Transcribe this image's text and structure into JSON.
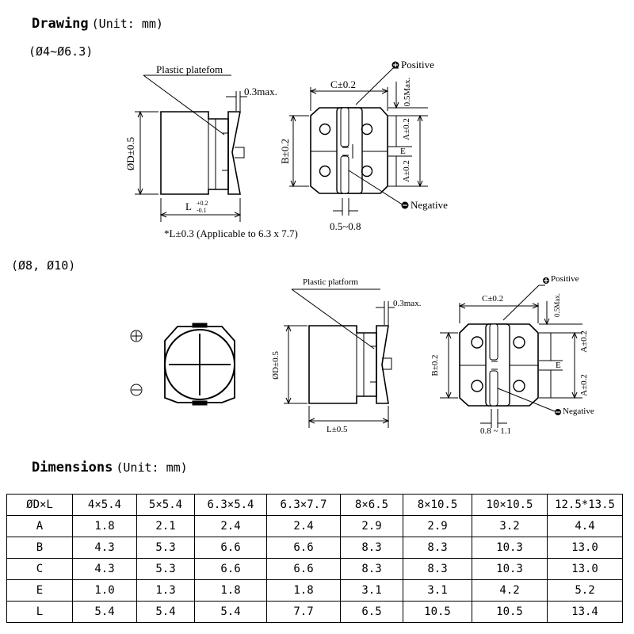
{
  "drawing": {
    "title": "Drawing",
    "unit": "(Unit: mm)",
    "section1": {
      "label": "(Ø4~Ø6.3)",
      "plastic": "Plastic platefom",
      "max03": "0.3max.",
      "dia": "ØD±0.5",
      "len_main": "L",
      "len_plus": "+0.2",
      "len_minus": "-0.1",
      "note": "*L±0.3 (Applicable to 6.3 x 7.7)",
      "c": "C±0.2",
      "b": "B±0.2",
      "positive": "Positive",
      "negative": "Negative",
      "max05": "0.5Max.",
      "a": "A±0.2",
      "e": "E",
      "gap": "0.5~0.8"
    },
    "section2": {
      "label": "(Ø8, Ø10)",
      "plastic": "Plastic platform",
      "max03": "0.3max.",
      "dia": "ØD±0.5",
      "len": "L±0.5",
      "c": "C±0.2",
      "b": "B±0.2",
      "positive": "Positive",
      "negative": "Negative",
      "max05": "0.5Max.",
      "a": "A±0.2",
      "e": "E",
      "gap": "0.8 ~ 1.1"
    }
  },
  "dimensions": {
    "title": "Dimensions",
    "unit": "(Unit: mm)",
    "header": [
      "ØD×L",
      "4×5.4",
      "5×5.4",
      "6.3×5.4",
      "6.3×7.7",
      "8×6.5",
      "8×10.5",
      "10×10.5",
      "12.5*13.5"
    ],
    "rows": [
      [
        "A",
        "1.8",
        "2.1",
        "2.4",
        "2.4",
        "2.9",
        "2.9",
        "3.2",
        "4.4"
      ],
      [
        "B",
        "4.3",
        "5.3",
        "6.6",
        "6.6",
        "8.3",
        "8.3",
        "10.3",
        "13.0"
      ],
      [
        "C",
        "4.3",
        "5.3",
        "6.6",
        "6.6",
        "8.3",
        "8.3",
        "10.3",
        "13.0"
      ],
      [
        "E",
        "1.0",
        "1.3",
        "1.8",
        "1.8",
        "3.1",
        "3.1",
        "4.2",
        "5.2"
      ],
      [
        "L",
        "5.4",
        "5.4",
        "5.4",
        "7.7",
        "6.5",
        "10.5",
        "10.5",
        "13.4"
      ]
    ]
  }
}
